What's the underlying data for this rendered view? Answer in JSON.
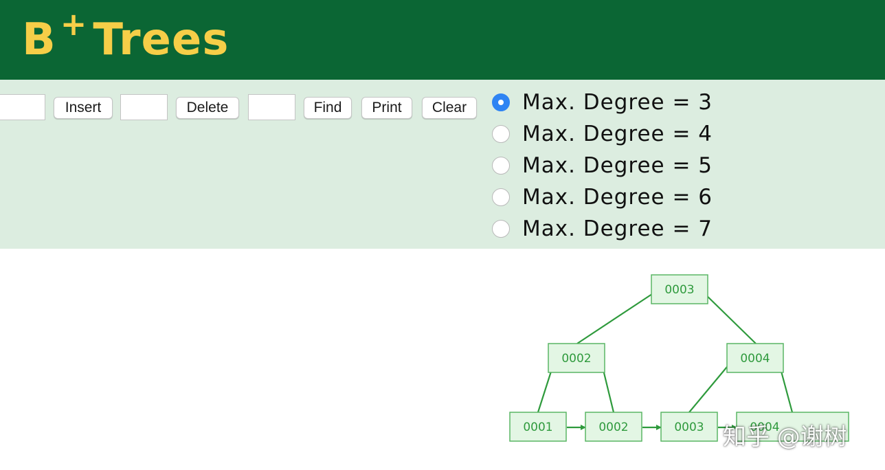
{
  "header": {
    "title": "B",
    "title_sup": "+",
    "title_rest": "Trees"
  },
  "colors": {
    "header_bg": "#0b6634",
    "title": "#f6ce48",
    "controls_bg": "#dcede0",
    "node_fill": "#e3f6e4",
    "node_stroke": "#5ab565",
    "edge": "#2e9a3c",
    "radio_selected": "#2f84f3"
  },
  "controls": {
    "insert_value": "",
    "insert_label": "Insert",
    "delete_value": "",
    "delete_label": "Delete",
    "find_value": "",
    "find_label": "Find",
    "print_label": "Print",
    "clear_label": "Clear"
  },
  "degree_options": [
    {
      "label": "Max. Degree = 3",
      "selected": true
    },
    {
      "label": "Max. Degree = 4",
      "selected": false
    },
    {
      "label": "Max. Degree = 5",
      "selected": false
    },
    {
      "label": "Max. Degree = 6",
      "selected": false
    },
    {
      "label": "Max. Degree = 7",
      "selected": false
    }
  ],
  "tree": {
    "root": {
      "key": "0003"
    },
    "internal": [
      {
        "key": "0002"
      },
      {
        "key": "0004"
      }
    ],
    "leaves": [
      {
        "key": "0001"
      },
      {
        "key": "0002"
      },
      {
        "key": "0003"
      },
      {
        "key": "0004"
      }
    ]
  },
  "watermark": "知乎 @谢树"
}
